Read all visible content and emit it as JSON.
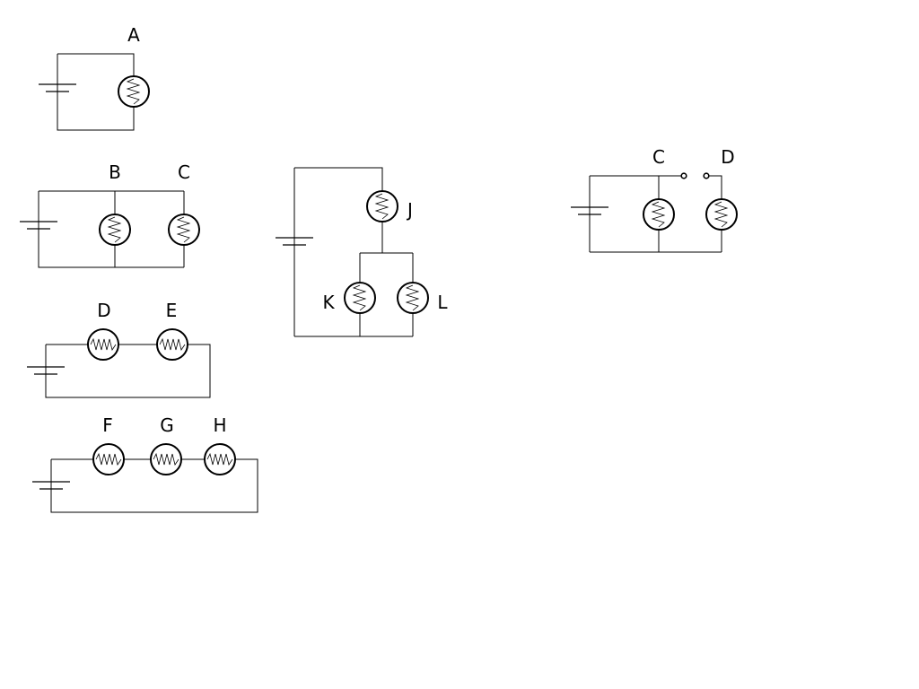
{
  "labels": {
    "a": "A",
    "b": "B",
    "c": "C",
    "d": "D",
    "e": "E",
    "f": "F",
    "g": "G",
    "h": "H",
    "j": "J",
    "k": "K",
    "l": "L",
    "switch_c": "C",
    "switch_d": "D"
  },
  "colors": {
    "ink": "#000000",
    "background": "#ffffff"
  }
}
